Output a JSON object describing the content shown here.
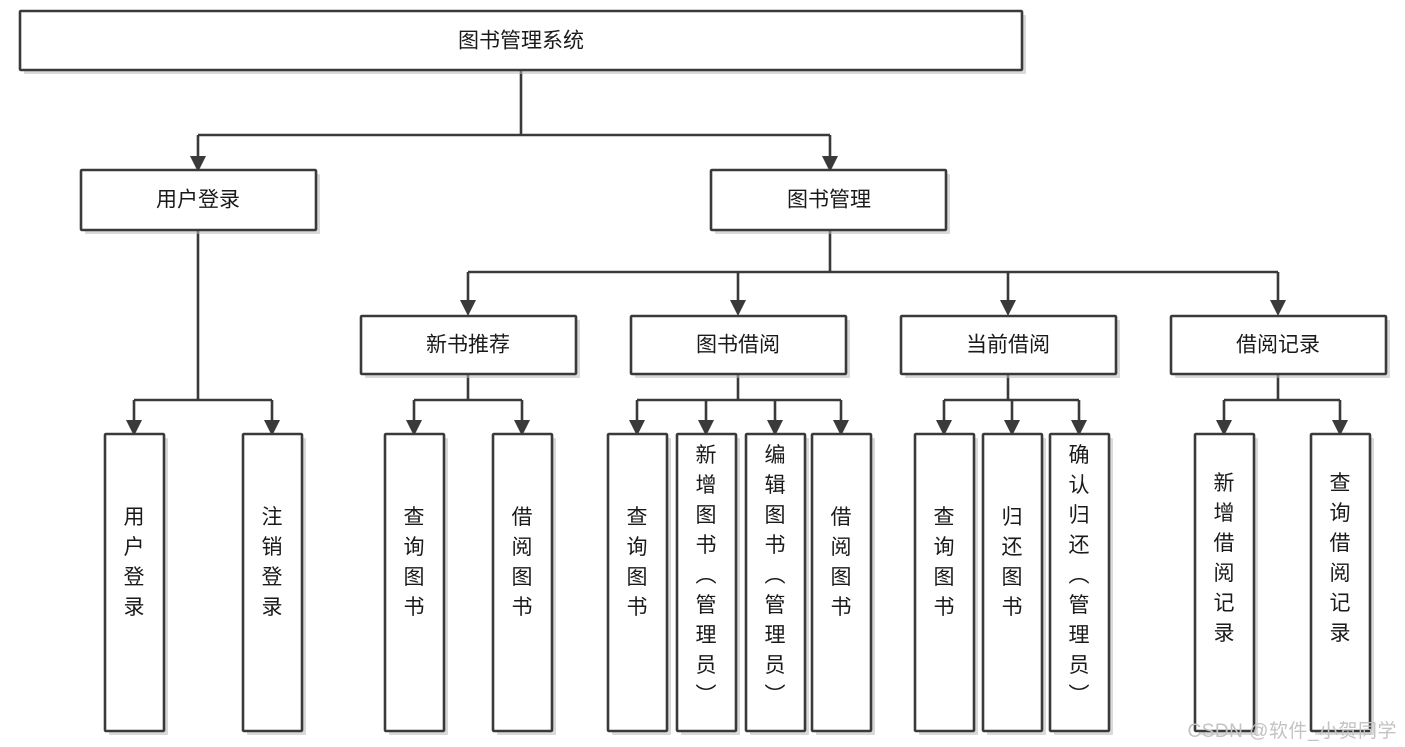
{
  "diagram": {
    "type": "tree",
    "title": "图书管理系统",
    "orientation": "top-down",
    "colors": {
      "box_stroke": "#3a3a3a",
      "box_fill": "#ffffff",
      "connector": "#3a3a3a",
      "text": "#1a1a1a",
      "watermark": "#c3c3c3",
      "background": "#ffffff"
    },
    "root": {
      "id": "root",
      "label": "图书管理系统",
      "level": 1,
      "orientation": "horizontal"
    },
    "level2": [
      {
        "id": "user-login",
        "label": "用户登录",
        "orientation": "horizontal"
      },
      {
        "id": "book-manage",
        "label": "图书管理",
        "orientation": "horizontal"
      }
    ],
    "level3": [
      {
        "id": "new-book-recommend",
        "label": "新书推荐",
        "parent": "book-manage",
        "orientation": "horizontal"
      },
      {
        "id": "book-borrow",
        "label": "图书借阅",
        "parent": "book-manage",
        "orientation": "horizontal"
      },
      {
        "id": "current-borrow",
        "label": "当前借阅",
        "parent": "book-manage",
        "orientation": "horizontal"
      },
      {
        "id": "borrow-record",
        "label": "借阅记录",
        "parent": "book-manage",
        "orientation": "horizontal"
      }
    ],
    "leaves": [
      {
        "id": "leaf-user-login",
        "label": "用户登录",
        "parent": "user-login",
        "orientation": "vertical"
      },
      {
        "id": "leaf-user-logout",
        "label": "注销登录",
        "parent": "user-login",
        "orientation": "vertical"
      },
      {
        "id": "leaf-query-book-1",
        "label": "查询图书",
        "parent": "new-book-recommend",
        "orientation": "vertical"
      },
      {
        "id": "leaf-borrow-book-1",
        "label": "借阅图书",
        "parent": "new-book-recommend",
        "orientation": "vertical"
      },
      {
        "id": "leaf-query-book-2",
        "label": "查询图书",
        "parent": "book-borrow",
        "orientation": "vertical"
      },
      {
        "id": "leaf-add-book",
        "label": "新增图书（管理员）",
        "parent": "book-borrow",
        "orientation": "vertical"
      },
      {
        "id": "leaf-edit-book",
        "label": "编辑图书（管理员）",
        "parent": "book-borrow",
        "orientation": "vertical"
      },
      {
        "id": "leaf-borrow-book-2",
        "label": "借阅图书",
        "parent": "book-borrow",
        "orientation": "vertical"
      },
      {
        "id": "leaf-query-book-3",
        "label": "查询图书",
        "parent": "current-borrow",
        "orientation": "vertical"
      },
      {
        "id": "leaf-return-book",
        "label": "归还图书",
        "parent": "current-borrow",
        "orientation": "vertical"
      },
      {
        "id": "leaf-confirm-return",
        "label": "确认归还（管理员）",
        "parent": "current-borrow",
        "orientation": "vertical"
      },
      {
        "id": "leaf-add-record",
        "label": "新增借阅记录",
        "parent": "borrow-record",
        "orientation": "vertical"
      },
      {
        "id": "leaf-query-record",
        "label": "查询借阅记录",
        "parent": "borrow-record",
        "orientation": "vertical"
      }
    ]
  },
  "watermark": {
    "text": "CSDN @软件_小贺同学"
  }
}
